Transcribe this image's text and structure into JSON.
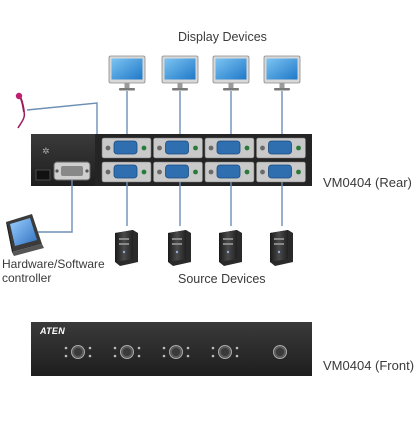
{
  "labels": {
    "display_devices": "Display Devices",
    "source_devices": "Source Devices",
    "rear_unit": "VM0404 (Rear)",
    "front_unit": "VM0404 (Front)",
    "controller_line1": "Hardware/Software",
    "controller_line2": "controller",
    "brand": "ATEN"
  },
  "counts": {
    "displays": 4,
    "sources": 4,
    "front_port_groups": 5
  },
  "colors": {
    "chassis": "#2b2b2b",
    "port_plate": "#c9c9c9",
    "vga_port": "#2f6fb0",
    "monitor_screen": "#3a9be0",
    "cable": "#6d8fb5",
    "text": "#3a3a3a"
  },
  "icons": {
    "display": "monitor-icon",
    "source": "pc-tower-icon",
    "controller": "touch-panel-icon",
    "ir_receiver": "ir-receiver-icon"
  }
}
